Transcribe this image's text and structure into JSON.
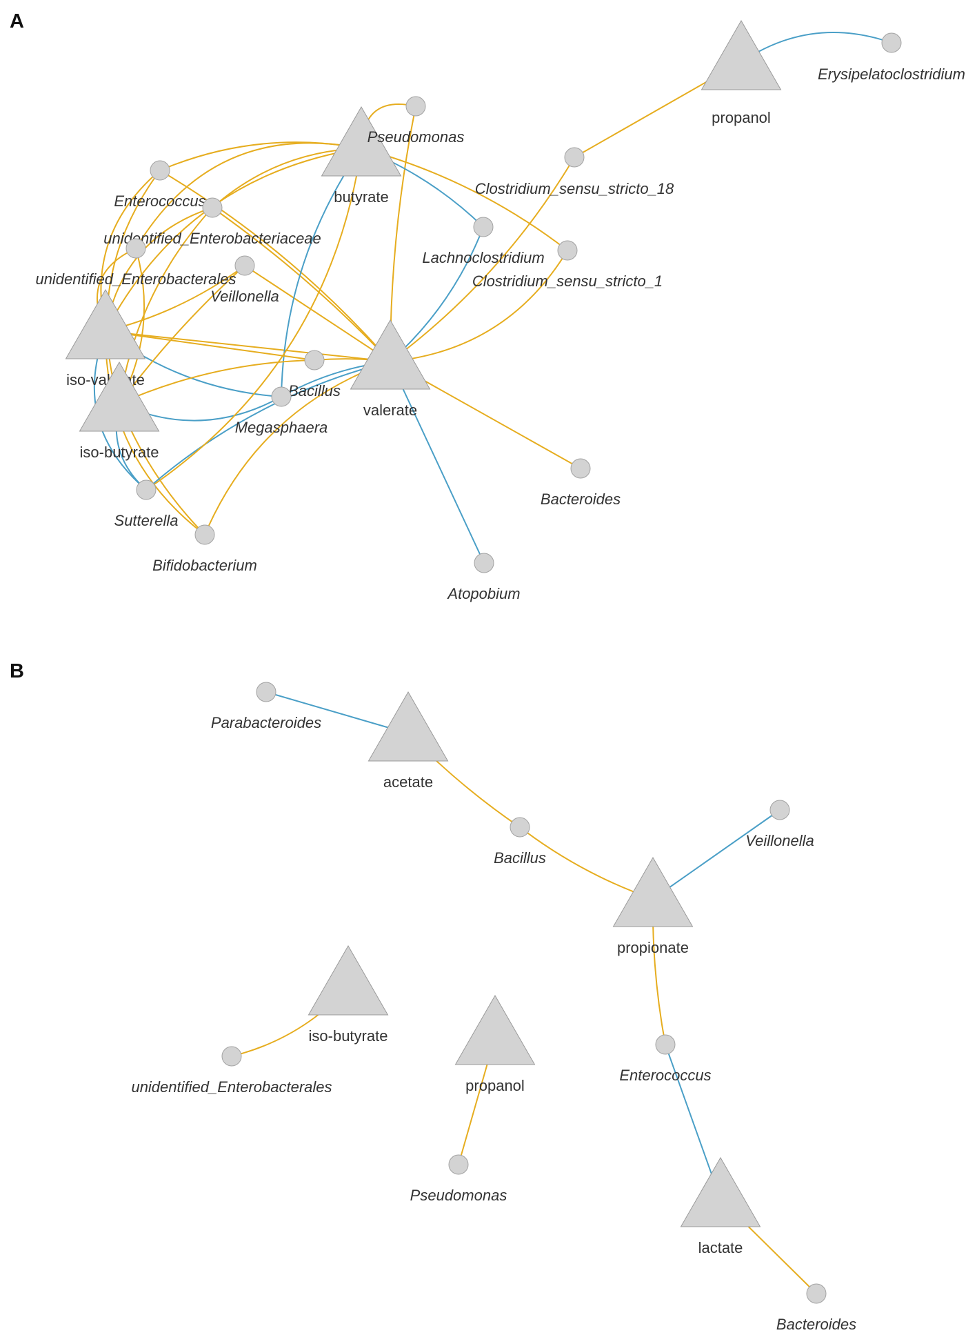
{
  "colors": {
    "positive": "#e6ad1f",
    "negative": "#4a9fc7",
    "node_fill": "#d3d3d3"
  },
  "panels": [
    {
      "id": "A",
      "label": "A",
      "nodes": [
        {
          "id": "propanol",
          "label": "propanol",
          "kind": "metabolite"
        },
        {
          "id": "erysipelatoclostridium",
          "label": "Erysipelatoclostridium",
          "kind": "genus"
        },
        {
          "id": "butyrate",
          "label": "butyrate",
          "kind": "metabolite"
        },
        {
          "id": "pseudomonas",
          "label": "Pseudomonas",
          "kind": "genus"
        },
        {
          "id": "clostridium18",
          "label": "Clostridium_sensu_stricto_18",
          "kind": "genus"
        },
        {
          "id": "enterococcus",
          "label": "Enterococcus",
          "kind": "genus"
        },
        {
          "id": "unid_enterobacteriaceae",
          "label": "unidentified_Enterobacteriaceae",
          "kind": "genus"
        },
        {
          "id": "lachnoclostridium",
          "label": "Lachnoclostridium",
          "kind": "genus"
        },
        {
          "id": "clostridium1",
          "label": "Clostridium_sensu_stricto_1",
          "kind": "genus"
        },
        {
          "id": "unid_enterobacterales",
          "label": "unidentified_Enterobacterales",
          "kind": "genus"
        },
        {
          "id": "veillonella",
          "label": "Veillonella",
          "kind": "genus"
        },
        {
          "id": "isovalerate",
          "label": "iso-valerate",
          "kind": "metabolite"
        },
        {
          "id": "valerate",
          "label": "valerate",
          "kind": "metabolite"
        },
        {
          "id": "bacillus",
          "label": "Bacillus",
          "kind": "genus"
        },
        {
          "id": "megasphaera",
          "label": "Megasphaera",
          "kind": "genus"
        },
        {
          "id": "isobutyrate",
          "label": "iso-butyrate",
          "kind": "metabolite"
        },
        {
          "id": "sutterella",
          "label": "Sutterella",
          "kind": "genus"
        },
        {
          "id": "bacteroides",
          "label": "Bacteroides",
          "kind": "genus"
        },
        {
          "id": "bifidobacterium",
          "label": "Bifidobacterium",
          "kind": "genus"
        },
        {
          "id": "atopobium",
          "label": "Atopobium",
          "kind": "genus"
        }
      ],
      "edges": [
        {
          "source": "propanol",
          "target": "erysipelatoclostridium",
          "sign": "negative"
        },
        {
          "source": "propanol",
          "target": "clostridium18",
          "sign": "positive"
        },
        {
          "source": "valerate",
          "target": "clostridium18",
          "sign": "positive"
        },
        {
          "source": "valerate",
          "target": "clostridium1",
          "sign": "positive"
        },
        {
          "source": "valerate",
          "target": "lachnoclostridium",
          "sign": "negative"
        },
        {
          "source": "valerate",
          "target": "pseudomonas",
          "sign": "positive"
        },
        {
          "source": "valerate",
          "target": "enterococcus",
          "sign": "positive"
        },
        {
          "source": "valerate",
          "target": "unid_enterobacteriaceae",
          "sign": "positive"
        },
        {
          "source": "valerate",
          "target": "veillonella",
          "sign": "positive"
        },
        {
          "source": "valerate",
          "target": "isovalerate",
          "sign": "positive"
        },
        {
          "source": "valerate",
          "target": "bacillus",
          "sign": "positive"
        },
        {
          "source": "valerate",
          "target": "megasphaera",
          "sign": "negative"
        },
        {
          "source": "valerate",
          "target": "bacteroides",
          "sign": "positive"
        },
        {
          "source": "valerate",
          "target": "atopobium",
          "sign": "negative"
        },
        {
          "source": "valerate",
          "target": "bifidobacterium",
          "sign": "positive"
        },
        {
          "source": "butyrate",
          "target": "clostridium1",
          "sign": "positive"
        },
        {
          "source": "butyrate",
          "target": "lachnoclostridium",
          "sign": "negative"
        },
        {
          "source": "butyrate",
          "target": "enterococcus",
          "sign": "positive"
        },
        {
          "source": "butyrate",
          "target": "unid_enterobacterales",
          "sign": "positive"
        },
        {
          "source": "butyrate",
          "target": "pseudomonas",
          "sign": "positive"
        },
        {
          "source": "butyrate",
          "target": "isovalerate",
          "sign": "positive"
        },
        {
          "source": "butyrate",
          "target": "megasphaera",
          "sign": "negative"
        },
        {
          "source": "butyrate",
          "target": "unid_enterobacteriaceae",
          "sign": "positive"
        },
        {
          "source": "isovalerate",
          "target": "enterococcus",
          "sign": "positive"
        },
        {
          "source": "isovalerate",
          "target": "unid_enterobacteriaceae",
          "sign": "positive"
        },
        {
          "source": "isovalerate",
          "target": "unid_enterobacterales",
          "sign": "positive"
        },
        {
          "source": "isovalerate",
          "target": "veillonella",
          "sign": "positive"
        },
        {
          "source": "isovalerate",
          "target": "megasphaera",
          "sign": "negative"
        },
        {
          "source": "isovalerate",
          "target": "bacillus",
          "sign": "positive"
        },
        {
          "source": "isovalerate",
          "target": "sutterella",
          "sign": "negative"
        },
        {
          "source": "isovalerate",
          "target": "bifidobacterium",
          "sign": "positive"
        },
        {
          "source": "isobutyrate",
          "target": "enterococcus",
          "sign": "positive"
        },
        {
          "source": "isobutyrate",
          "target": "unid_enterobacteriaceae",
          "sign": "positive"
        },
        {
          "source": "isobutyrate",
          "target": "unid_enterobacterales",
          "sign": "positive"
        },
        {
          "source": "isobutyrate",
          "target": "veillonella",
          "sign": "positive"
        },
        {
          "source": "isobutyrate",
          "target": "bacillus",
          "sign": "positive"
        },
        {
          "source": "isobutyrate",
          "target": "megasphaera",
          "sign": "negative"
        },
        {
          "source": "isobutyrate",
          "target": "sutterella",
          "sign": "negative"
        },
        {
          "source": "isobutyrate",
          "target": "bifidobacterium",
          "sign": "positive"
        },
        {
          "source": "sutterella",
          "target": "valerate",
          "sign": "negative"
        },
        {
          "source": "sutterella",
          "target": "butyrate",
          "sign": "positive"
        }
      ]
    },
    {
      "id": "B",
      "label": "B",
      "nodes": [
        {
          "id": "parabacteroides",
          "label": "Parabacteroides",
          "kind": "genus"
        },
        {
          "id": "acetate",
          "label": "acetate",
          "kind": "metabolite"
        },
        {
          "id": "bacillus",
          "label": "Bacillus",
          "kind": "genus"
        },
        {
          "id": "veillonella",
          "label": "Veillonella",
          "kind": "genus"
        },
        {
          "id": "propionate",
          "label": "propionate",
          "kind": "metabolite"
        },
        {
          "id": "isobutyrate",
          "label": "iso-butyrate",
          "kind": "metabolite"
        },
        {
          "id": "propanol",
          "label": "propanol",
          "kind": "metabolite"
        },
        {
          "id": "unid_enterobacterales",
          "label": "unidentified_Enterobacterales",
          "kind": "genus"
        },
        {
          "id": "enterococcus",
          "label": "Enterococcus",
          "kind": "genus"
        },
        {
          "id": "pseudomonas",
          "label": "Pseudomonas",
          "kind": "genus"
        },
        {
          "id": "lactate",
          "label": "lactate",
          "kind": "metabolite"
        },
        {
          "id": "bacteroides",
          "label": "Bacteroides",
          "kind": "genus"
        }
      ],
      "edges": [
        {
          "source": "acetate",
          "target": "parabacteroides",
          "sign": "negative"
        },
        {
          "source": "acetate",
          "target": "bacillus",
          "sign": "positive"
        },
        {
          "source": "bacillus",
          "target": "propionate",
          "sign": "positive"
        },
        {
          "source": "propionate",
          "target": "veillonella",
          "sign": "negative"
        },
        {
          "source": "propionate",
          "target": "enterococcus",
          "sign": "positive"
        },
        {
          "source": "enterococcus",
          "target": "lactate",
          "sign": "negative"
        },
        {
          "source": "lactate",
          "target": "bacteroides",
          "sign": "positive"
        },
        {
          "source": "isobutyrate",
          "target": "unid_enterobacterales",
          "sign": "positive"
        },
        {
          "source": "propanol",
          "target": "pseudomonas",
          "sign": "positive"
        }
      ]
    }
  ]
}
